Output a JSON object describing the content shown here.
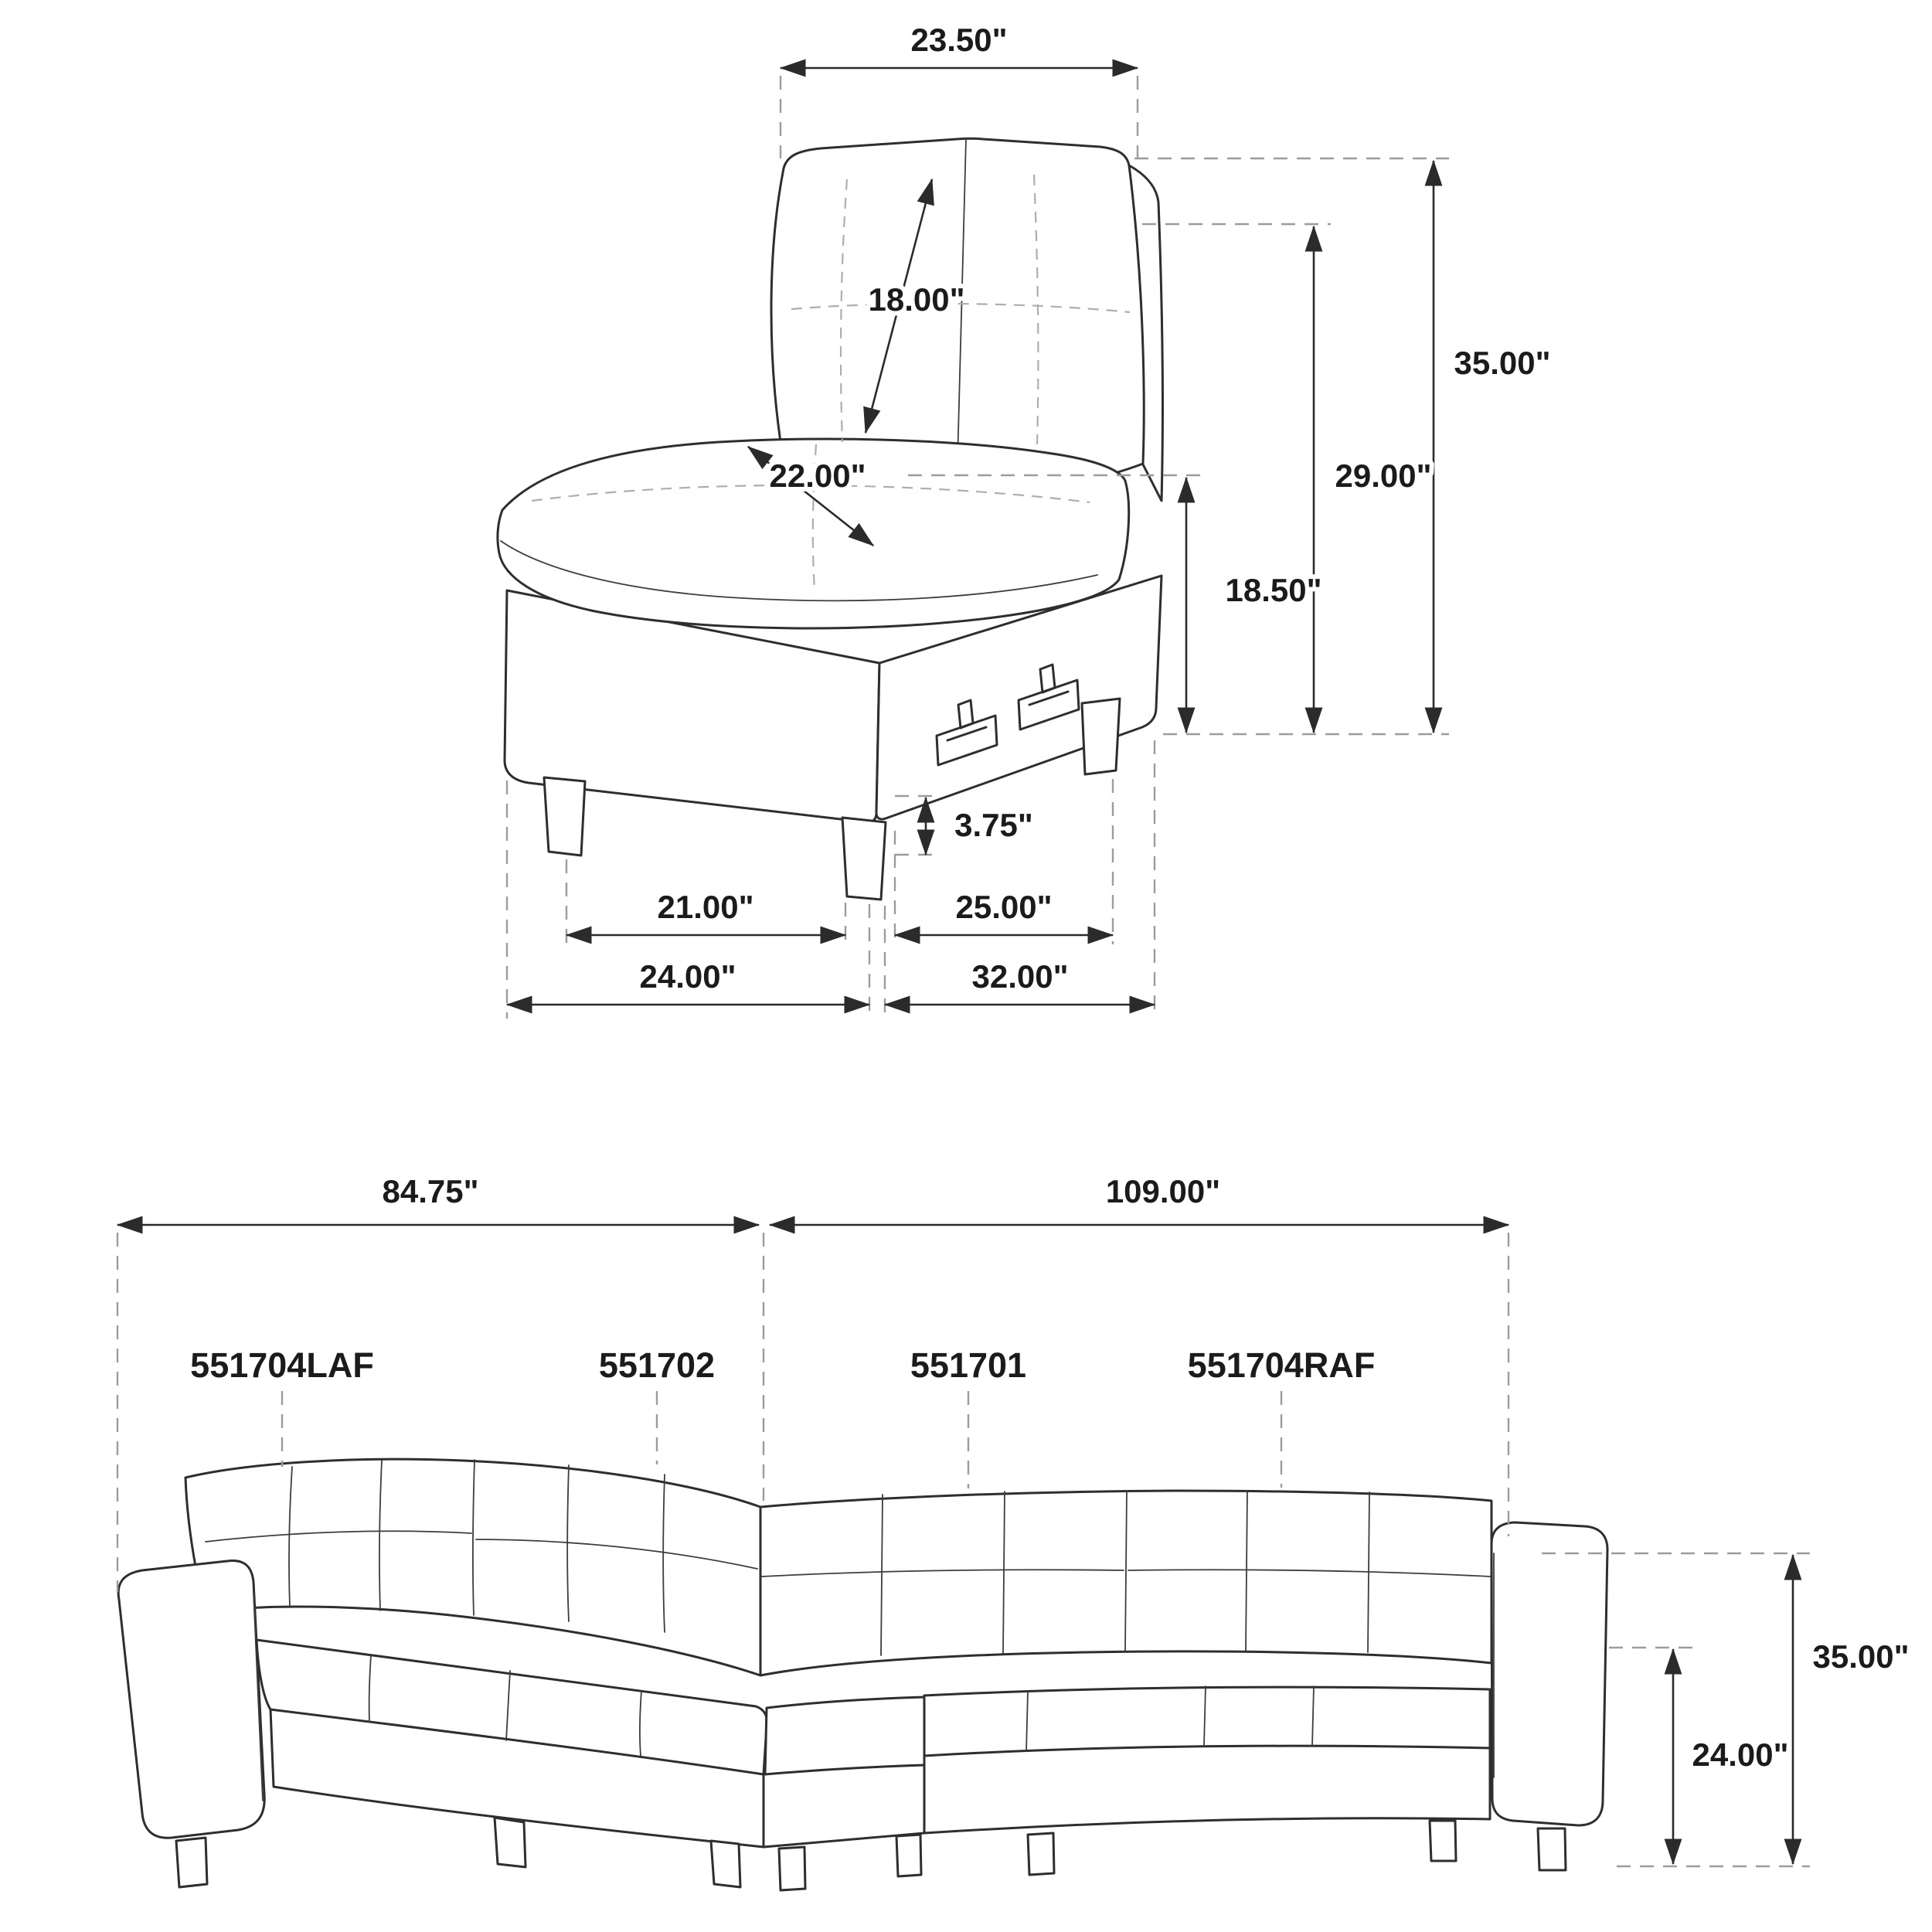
{
  "colors": {
    "background": "#ffffff",
    "line": "#2e2e2e",
    "dashed": "#9c9c9c",
    "text": "#1b1b1b"
  },
  "chair": {
    "dimensions": {
      "back_width_top": "23.50\"",
      "back_cushion_length": "18.00\"",
      "seat_cushion_length": "22.00\"",
      "overall_height": "35.00\"",
      "back_height": "29.00\"",
      "seat_platform_height": "18.50\"",
      "leg_height": "3.75\"",
      "front_leg_span": "21.00\"",
      "side_leg_span": "25.00\"",
      "overall_width": "24.00\"",
      "overall_depth": "32.00\""
    }
  },
  "sectional": {
    "dimensions": {
      "left_length": "84.75\"",
      "right_length": "109.00\"",
      "overall_height": "35.00\"",
      "seat_back_height": "24.00\""
    },
    "parts": [
      {
        "sku": "551704LAF"
      },
      {
        "sku": "551702"
      },
      {
        "sku": "551701"
      },
      {
        "sku": "551704RAF"
      }
    ]
  }
}
